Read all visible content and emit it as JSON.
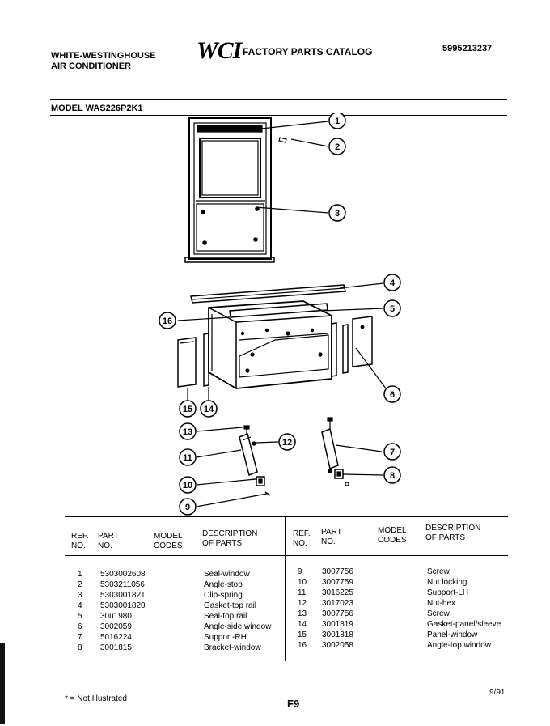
{
  "header": {
    "brand_line1": "WHITE-WESTINGHOUSE",
    "brand_line2": "AIR CONDITIONER",
    "logo": "WCI",
    "catalog_title": "FACTORY PARTS CATALOG",
    "catalog_number": "5995213237"
  },
  "model_label": "MODEL WAS226P2K1",
  "diagram": {
    "callouts": [
      "1",
      "2",
      "3",
      "4",
      "5",
      "6",
      "7",
      "8",
      "9",
      "10",
      "11",
      "12",
      "13",
      "14",
      "15",
      "16"
    ]
  },
  "table": {
    "left_headers": {
      "ref_line1": "REF.",
      "ref_line2": "NO.",
      "part_line1": "PART",
      "part_line2": "NO.",
      "model_line1": "MODEL",
      "model_line2": "CODES",
      "desc_line1": "DESCRIPTION",
      "desc_line2": "OF PARTS"
    },
    "right_headers": {
      "ref_line1": "REF.",
      "ref_line2": "NO.",
      "part_line1": "PART",
      "part_line2": "NO.",
      "model_line1": "MODEL",
      "model_line2": "CODES",
      "desc_line1": "DESCRIPTION",
      "desc_line2": "OF PARTS"
    },
    "left_rows": [
      {
        "ref": "1",
        "part": "5303002608",
        "code": "",
        "desc": "Seal-window"
      },
      {
        "ref": "2",
        "part": "5303211056",
        "code": "",
        "desc": "Angle-stop"
      },
      {
        "ref": "3",
        "part": "5303001821",
        "code": "",
        "desc": "Clip-spring"
      },
      {
        "ref": "4",
        "part": "5303001820",
        "code": "",
        "desc": "Gasket-top rail"
      },
      {
        "ref": "5",
        "part": "30u1980",
        "code": "",
        "desc": "Seal-top rail"
      },
      {
        "ref": "6",
        "part": "3002059",
        "code": "",
        "desc": "Angle-side window"
      },
      {
        "ref": "7",
        "part": "5016224",
        "code": "",
        "desc": "Support-RH"
      },
      {
        "ref": "8",
        "part": "3001815",
        "code": "",
        "desc": "Bracket-window"
      }
    ],
    "right_rows": [
      {
        "ref": "9",
        "part": "3007756",
        "code": "",
        "desc": "Screw"
      },
      {
        "ref": "10",
        "part": "3007759",
        "code": "",
        "desc": "Nut locking"
      },
      {
        "ref": "11",
        "part": "3016225",
        "code": "",
        "desc": "Support-LH"
      },
      {
        "ref": "12",
        "part": "3017023",
        "code": "",
        "desc": "Nut-hex"
      },
      {
        "ref": "13",
        "part": "3007756",
        "code": "",
        "desc": "Screw"
      },
      {
        "ref": "14",
        "part": "3001819",
        "code": "",
        "desc": "Gasket-panel/sleeve"
      },
      {
        "ref": "15",
        "part": "3001818",
        "code": "",
        "desc": "Panel-window"
      },
      {
        "ref": "16",
        "part": "3002058",
        "code": "",
        "desc": "Angle-top window"
      }
    ]
  },
  "footer": {
    "note": "* = Not Illustrated",
    "page": "F9",
    "date": "9/91"
  }
}
